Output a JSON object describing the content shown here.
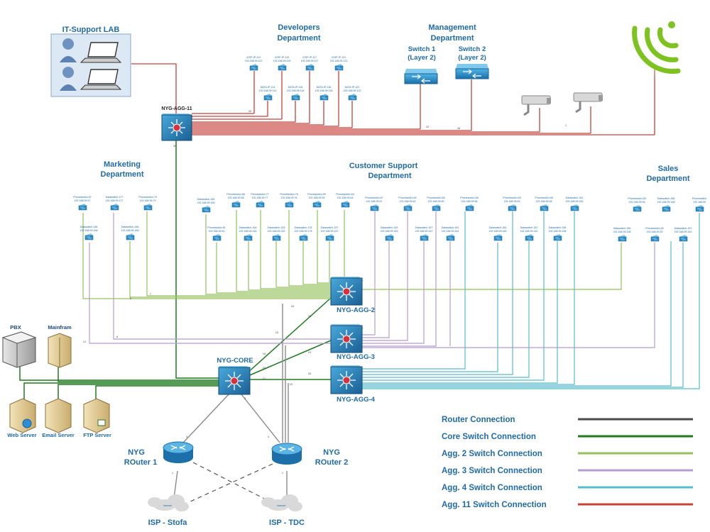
{
  "departments": {
    "it_support": "IT-Support LAB",
    "developers": [
      "Developers",
      "Department"
    ],
    "management": [
      "Management",
      "Department"
    ],
    "marketing": [
      "Marketing",
      "Department"
    ],
    "customer_support": [
      "Customer Support",
      "Department"
    ],
    "sales": [
      "Sales",
      "Department"
    ]
  },
  "devices": {
    "agg11": "NYG-AGG-11",
    "agg2": "NYG-AGG-2",
    "agg3": "NYG-AGG-3",
    "agg4": "NYG-AGG-4",
    "core": "NYG-CORE",
    "router1": [
      "NYG",
      "ROuter 1"
    ],
    "router2": [
      "NYG",
      "ROuter 2"
    ],
    "pbx": "PBX",
    "mainframe": "Mainfram",
    "web_server": "Web Server",
    "email_server": "Email Server",
    "ftp_server": "FTP Server",
    "isp_stofa": "ISP - Stofa",
    "isp_tdc": "ISP - TDC",
    "cloud_label": "Internet",
    "mgmt_switch1": [
      "Switch 1",
      "(Layer 2)"
    ],
    "mgmt_switch2": [
      "Switch 2",
      "(Layer 2)"
    ]
  },
  "dev_switches": [
    [
      "VOIP-IP-113",
      "192.168.99.113"
    ],
    [
      "VOIP-IP-115",
      "192.168.99.115"
    ],
    [
      "VOIP-IP-117",
      "192.168.99.117"
    ],
    [
      "VOIP-IP-121",
      "192.168.99.121"
    ],
    [
      "DATA-IP-114",
      "192.168.99.114"
    ],
    [
      "DATA-IP-116",
      "192.168.99.116"
    ],
    [
      "DATA-IP-118",
      "192.168.99.118"
    ],
    [
      "DATA-IP-122",
      "192.168.99.122"
    ]
  ],
  "marketing_switches": [
    [
      "Phoneswitch-57",
      "192.168.99.57"
    ],
    [
      "Dataswitch-177",
      "192.168.99.177"
    ],
    [
      "Phoneswitch-79",
      "192.168.99.79"
    ],
    [
      "Dataswitch-156",
      "192.168.99.156"
    ],
    [
      "Dataswitch-166",
      "192.168.99.166"
    ]
  ],
  "cs_switches": [
    [
      "Dataswitch-165",
      "192.168.99.165"
    ],
    [
      "Phoneswitch-58",
      "192.168.99.58"
    ],
    [
      "Phoneswitch-77",
      "192.168.99.77"
    ],
    [
      "Phoneswitch-76",
      "192.168.99.76"
    ],
    [
      "Phoneswitch-59",
      "192.168.99.59"
    ],
    [
      "Phoneswitch-64",
      "192.168.99.64"
    ],
    [
      "Phoneswitch-61",
      "192.168.99.61"
    ],
    [
      "Dataswitch-164",
      "192.168.99.164"
    ],
    [
      "Dataswitch-153",
      "192.168.99.153"
    ],
    [
      "Dataswitch-178",
      "192.168.99.178"
    ],
    [
      "Dataswitch-157",
      "192.168.99.157"
    ],
    [
      "Phoneswitch-67",
      "192.168.99.67"
    ],
    [
      "Phoneswitch-62",
      "192.168.99.62"
    ],
    [
      "Phoneswitch-60",
      "192.168.99.60"
    ],
    [
      "Phoneswitch-66",
      "192.168.99.66"
    ],
    [
      "Phoneswitch-63",
      "192.168.99.63"
    ],
    [
      "Phoneswitch-65",
      "192.168.99.65"
    ],
    [
      "Dataswitch-162",
      "192.168.99.162"
    ],
    [
      "Dataswitch-163",
      "192.168.99.163"
    ],
    [
      "Dataswitch-167",
      "192.168.99.167"
    ],
    [
      "Dataswitch-161",
      "192.168.99.161"
    ],
    [
      "Dataswitch-160",
      "192.168.99.160"
    ],
    [
      "Dataswitch-151",
      "192.168.99.151"
    ],
    [
      "Dataswitch-158",
      "192.168.99.158"
    ]
  ],
  "sales_switches": [
    [
      "Phoneswitch-55",
      "192.168.99.55"
    ],
    [
      "Dataswitch-168",
      "192.168.99.168"
    ],
    [
      "Phoneswitch",
      "192.168.99"
    ],
    [
      "Dataswitch-155",
      "192.168.99.155"
    ],
    [
      "Phoneswitch-52",
      "192.168.99.52"
    ],
    [
      "Dataswitch-151",
      "192.168.99.151"
    ]
  ],
  "legend": [
    {
      "label": "Router Connection",
      "color": "#4a4a4a"
    },
    {
      "label": "Core Switch Connection",
      "color": "#1e7a1e"
    },
    {
      "label": "Agg. 2 Switch Connection",
      "color": "#93c25e"
    },
    {
      "label": "Agg. 3 Switch Connection",
      "color": "#b89bd0"
    },
    {
      "label": "Agg. 4 Switch Connection",
      "color": "#57bccd"
    },
    {
      "label": "Agg. 11 Switch Connection",
      "color": "#c8413a"
    }
  ],
  "colors": {
    "router": "#4a4a4a",
    "core": "#1e7a1e",
    "agg2": "#93c25e",
    "agg3": "#b89bd0",
    "agg4": "#57bccd",
    "agg11": "#c8413a",
    "switch_blue": "#2a8fc8",
    "wifi": "#7dc21e"
  }
}
